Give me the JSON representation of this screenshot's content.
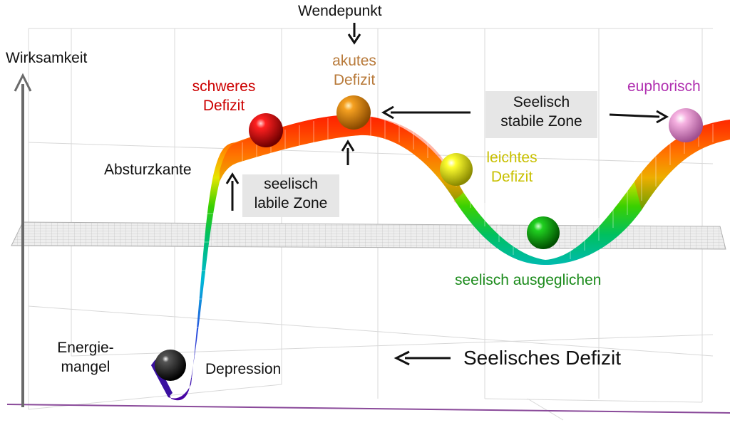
{
  "labels": {
    "wirksamkeit": "Wirksamkeit",
    "wendepunkt": "Wendepunkt",
    "akutes_defizit": "akutes\nDefizit",
    "schweres_defizit": "schweres\nDefizit",
    "absturzkante": "Absturzkante",
    "seelisch_labile_zone": "seelisch\nlabile Zone",
    "seelisch_stabile_zone": "Seelisch\nstabile Zone",
    "euphorisch": "euphorisch",
    "leichtes_defizit": "leichtes\nDefizit",
    "seelisch_ausgeglichen": "seelisch ausgeglichen",
    "energiemangel": "Energie-\nmangel",
    "depression": "Depression",
    "seelisches_defizit": "Seelisches Defizit"
  },
  "colors": {
    "schweres_defizit": "#cc0000",
    "akutes_defizit": "#b87a3a",
    "euphorisch": "#b030b0",
    "leichtes_defizit": "#c8c000",
    "seelisch_ausgeglichen": "#1a8a1a",
    "text": "#111111",
    "box_bg": "#e6e6e6"
  },
  "balls": [
    {
      "name": "depression",
      "color": "#000000"
    },
    {
      "name": "schweres-defizit",
      "color": "#e00000"
    },
    {
      "name": "akutes-defizit",
      "color": "#e8900a"
    },
    {
      "name": "leichtes-defizit",
      "color": "#f0f000"
    },
    {
      "name": "seelisch-ausgeglichen",
      "color": "#10c010"
    },
    {
      "name": "euphorisch",
      "color": "#f0a0d8"
    }
  ]
}
